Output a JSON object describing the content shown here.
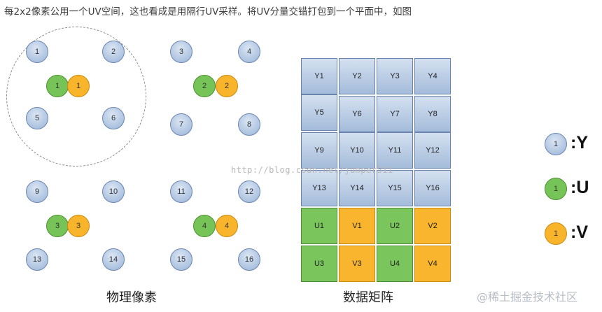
{
  "caption": "每2x2像素公用一个UV空间，这也看成是用隔行UV采样。将UV分量交错打包到一个平面中，如图",
  "pixels": {
    "heading": "物理像素",
    "y": [
      "1",
      "2",
      "3",
      "4",
      "5",
      "6",
      "7",
      "8",
      "9",
      "10",
      "11",
      "12",
      "13",
      "14",
      "15",
      "16"
    ],
    "chroma": [
      {
        "u": "1",
        "v": "1"
      },
      {
        "u": "2",
        "v": "2"
      },
      {
        "u": "3",
        "v": "3"
      },
      {
        "u": "4",
        "v": "4"
      }
    ]
  },
  "matrix": {
    "heading": "数据矩阵",
    "y_rows": [
      [
        "Y1",
        "Y2",
        "Y3",
        "Y4"
      ],
      [
        "Y5",
        "Y6",
        "Y7",
        "Y8"
      ],
      [
        "Y9",
        "Y10",
        "Y11",
        "Y12"
      ],
      [
        "Y13",
        "Y14",
        "Y15",
        "Y16"
      ]
    ],
    "uv_rows": [
      [
        "U1",
        "V1",
        "U2",
        "V2"
      ],
      [
        "U3",
        "V3",
        "U4",
        "V4"
      ]
    ]
  },
  "legend": [
    {
      "dot": "1",
      "label": ":Y",
      "type": "y"
    },
    {
      "dot": "1",
      "label": ":U",
      "type": "u"
    },
    {
      "dot": "1",
      "label": ":V",
      "type": "v"
    }
  ],
  "colors": {
    "y_fill": "#a9c0de",
    "u_fill": "#76c358",
    "v_fill": "#f8b42b",
    "y_stroke": "#6a86b3"
  },
  "watermark": {
    "url": "http://blog.csdn.net/jumper511",
    "brand": "@稀土掘金技术社区"
  }
}
